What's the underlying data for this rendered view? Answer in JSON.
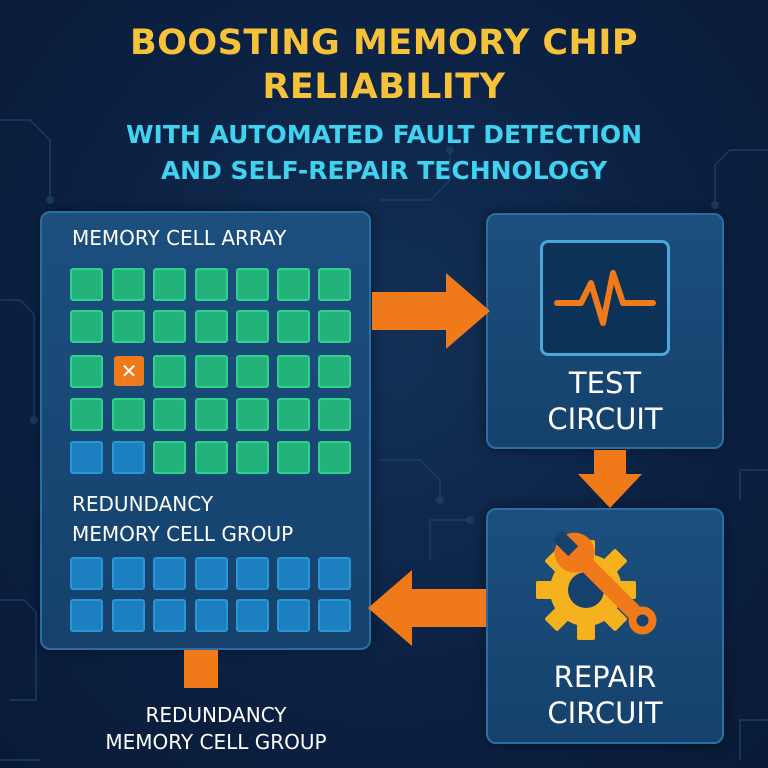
{
  "title": {
    "line1": "BOOSTING MEMORY CHIP",
    "line2": "RELIABILITY"
  },
  "subtitle": {
    "line1": "WITH AUTOMATED FAULT DETECTION",
    "line2": "AND SELF-REPAIR TECHNOLOGY"
  },
  "memory_panel": {
    "array_label": "MEMORY CELL ARRAY",
    "redundancy_label_line1": "REDUNDANCY",
    "redundancy_label_line2": "MEMORY CELL GROUP",
    "fault_mark": "✕"
  },
  "test_circuit": {
    "label_line1": "TEST",
    "label_line2": "CIRCUIT",
    "icon": "waveform-monitor-icon"
  },
  "repair_circuit": {
    "label_line1": "REPAIR",
    "label_line2": "CIRCUIT",
    "icon": "gear-wrench-icon"
  },
  "bottom_label": {
    "line1": "REDUNDANCY",
    "line2": "MEMORY CELL GROUP"
  },
  "colors": {
    "title": "#f6c23a",
    "subtitle": "#3fd3f0",
    "arrow": "#f07a1a",
    "healthy_cell": "#23b27a",
    "spare_cell": "#1c7fc0",
    "background": "#0c2244"
  }
}
